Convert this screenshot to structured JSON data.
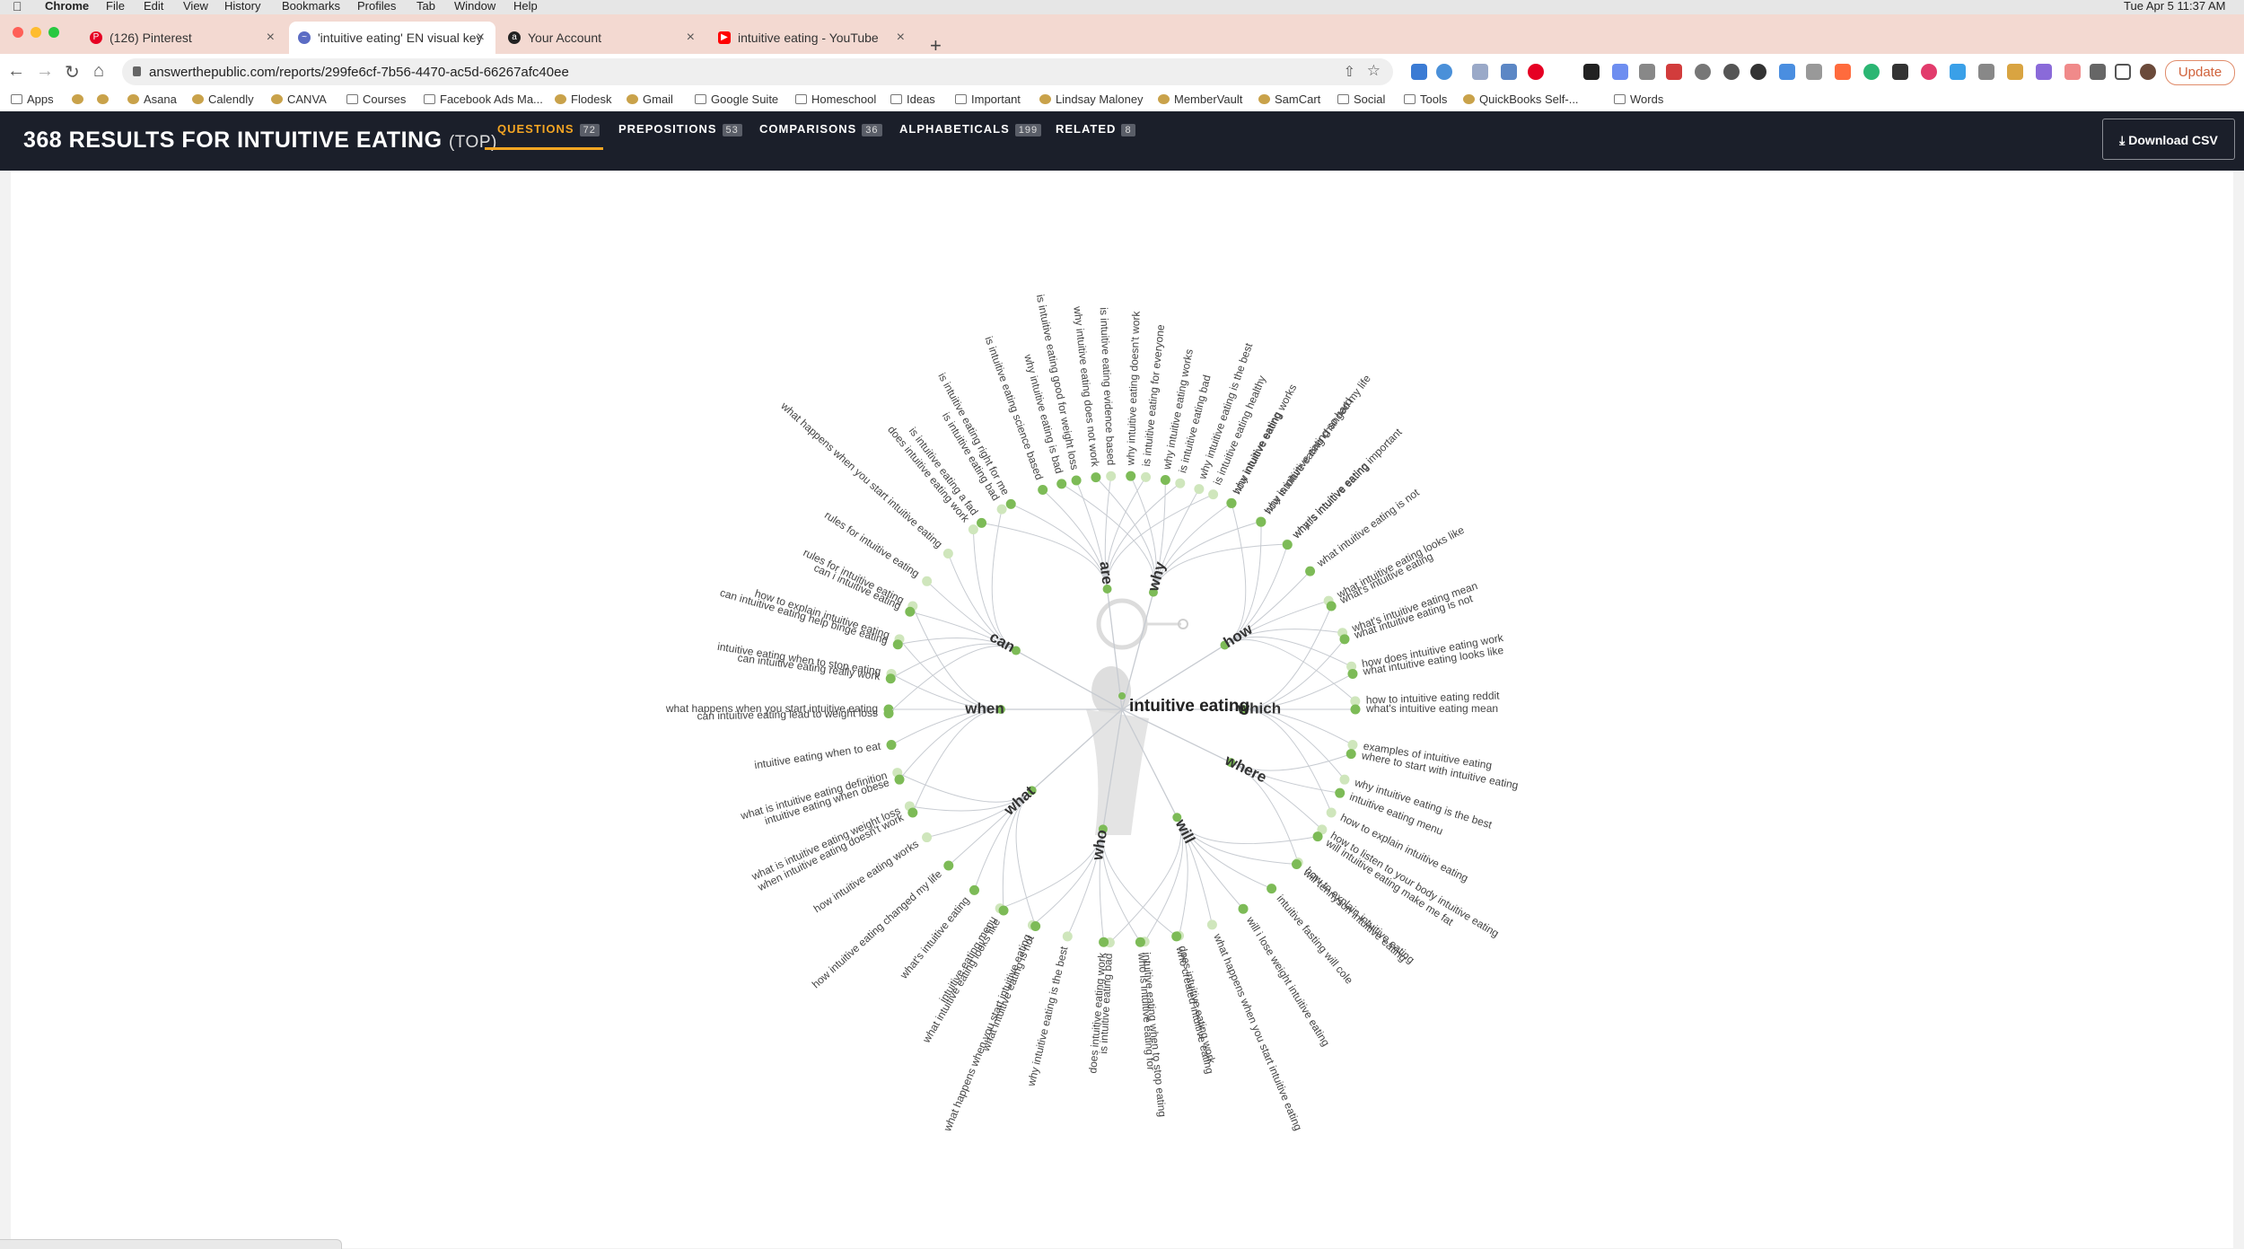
{
  "os_menu": {
    "apple": "",
    "items": [
      "Chrome",
      "File",
      "Edit",
      "View",
      "History",
      "Bookmarks",
      "Profiles",
      "Tab",
      "Window",
      "Help"
    ],
    "clock": "Tue Apr 5  11:37 AM"
  },
  "browser": {
    "tabs": [
      {
        "label": "(126) Pinterest",
        "icon": "pinterest-icon",
        "color": "#e60023",
        "active": false
      },
      {
        "label": "'intuitive eating' EN visual key",
        "icon": "answerthepublic-icon",
        "color": "#5b6cc4",
        "active": true
      },
      {
        "label": "Your Account",
        "icon": "amazon-icon",
        "color": "#222222",
        "active": false
      },
      {
        "label": "intuitive eating - YouTube",
        "icon": "youtube-icon",
        "color": "#ff0000",
        "active": false
      }
    ],
    "url": "answerthepublic.com/reports/299fe6cf-7b56-4470-ac5d-66267afc40ee",
    "update_label": "Update",
    "bookmarks": [
      "Apps",
      "Asana",
      "Calendly",
      "CANVA",
      "Courses",
      "Facebook Ads Ma...",
      "Flodesk",
      "Gmail",
      "Google Suite",
      "Homeschool",
      "Ideas",
      "Important",
      "Lindsay Maloney",
      "MemberVault",
      "SamCart",
      "Social",
      "Tools",
      "QuickBooks Self-...",
      "Words"
    ]
  },
  "header": {
    "title": "368 RESULTS FOR INTUITIVE EATING",
    "title_suffix": "(TOP)",
    "tabs": [
      {
        "label": "QUESTIONS",
        "count": "72",
        "active": true
      },
      {
        "label": "PREPOSITIONS",
        "count": "53",
        "active": false
      },
      {
        "label": "COMPARISONS",
        "count": "36",
        "active": false
      },
      {
        "label": "ALPHABETICALS",
        "count": "199",
        "active": false
      },
      {
        "label": "RELATED",
        "count": "8",
        "active": false
      }
    ],
    "download_label": "Download CSV"
  },
  "wheel": {
    "center_label": "intuitive eating",
    "colors": {
      "dark_dot": "#7dbb57",
      "light_dot": "#cfe6bc",
      "line": "#c7cbd1"
    },
    "hubs": [
      {
        "label": "are",
        "angle": -97,
        "branches": [
          "is intuitive eating a fad",
          "is intuitive eating right for me",
          "is intuitive eating science based",
          "is intuitive eating good for weight loss",
          "is intuitive eating evidence based",
          "is intuitive eating for everyone",
          "is intuitive eating bad",
          "is intuitive eating healthy"
        ]
      },
      {
        "label": "why",
        "angle": -75,
        "branches": [
          "why intuitive eating is bad",
          "why intuitive eating does not work",
          "why intuitive eating doesn't work",
          "why intuitive eating works",
          "why intuitive eating is the best",
          "why intuitive eating",
          "why is intuitive eating so hard",
          "why is intuitive eating important"
        ]
      },
      {
        "label": "how",
        "angle": -32,
        "branches": [
          "how intuitive eating works",
          "how intuitive eating changed my life",
          "what's intuitive eating",
          "what intuitive eating is not",
          "what intuitive eating looks like",
          "what's intuitive eating mean",
          "how does intuitive eating work",
          "how to intuitive eating reddit"
        ]
      },
      {
        "label": "which",
        "angle": 0,
        "branches": [
          "what's intuitive eating",
          "what intuitive eating is not",
          "what intuitive eating looks like",
          "what's intuitive eating mean",
          "examples of intuitive eating",
          "why intuitive eating is the best",
          "how to explain intuitive eating"
        ]
      },
      {
        "label": "where",
        "angle": 26,
        "branches": [
          "where to start with intuitive eating",
          "intuitive eating menu",
          "how to listen to your body intuitive eating",
          "how to explain intuitive eating"
        ]
      },
      {
        "label": "will",
        "angle": 63,
        "branches": [
          "will intuitive eating make me fat",
          "will tennyson intuitive eating",
          "intuitive fasting will cole",
          "will i lose weight intuitive eating",
          "what happens when you start intuitive eating",
          "does intuitive eating work",
          "intuitive eating when to stop eating",
          "is intuitive eating bad"
        ]
      },
      {
        "label": "who",
        "angle": 99,
        "branches": [
          "who created intuitive eating",
          "who is intuitive eating for",
          "does intuitive eating work",
          "why intuitive eating is the best",
          "what happens when you start intuitive eating",
          "intuitive eating menu"
        ]
      },
      {
        "label": "what",
        "angle": 138,
        "branches": [
          "what intuitive eating is not",
          "what intuitive eating looks like",
          "what's intuitive eating",
          "how intuitive eating changed my life",
          "how intuitive eating works",
          "what is intuitive eating weight loss",
          "what is intuitive eating definition"
        ]
      },
      {
        "label": "when",
        "angle": 180,
        "branches": [
          "when intuitive eating doesn't work",
          "intuitive eating when obese",
          "intuitive eating when to eat",
          "what happens when you start intuitive eating",
          "intuitive eating when to stop eating",
          "how to explain intuitive eating",
          "rules for intuitive eating"
        ]
      },
      {
        "label": "can",
        "angle": -151,
        "branches": [
          "can intuitive eating lead to weight loss",
          "can intuitive eating really work",
          "can intuitive eating help binge eating",
          "can i intuitive eating",
          "rules for intuitive eating",
          "what happens when you start intuitive eating",
          "does intuitive eating work",
          "is intuitive eating bad"
        ]
      }
    ]
  }
}
